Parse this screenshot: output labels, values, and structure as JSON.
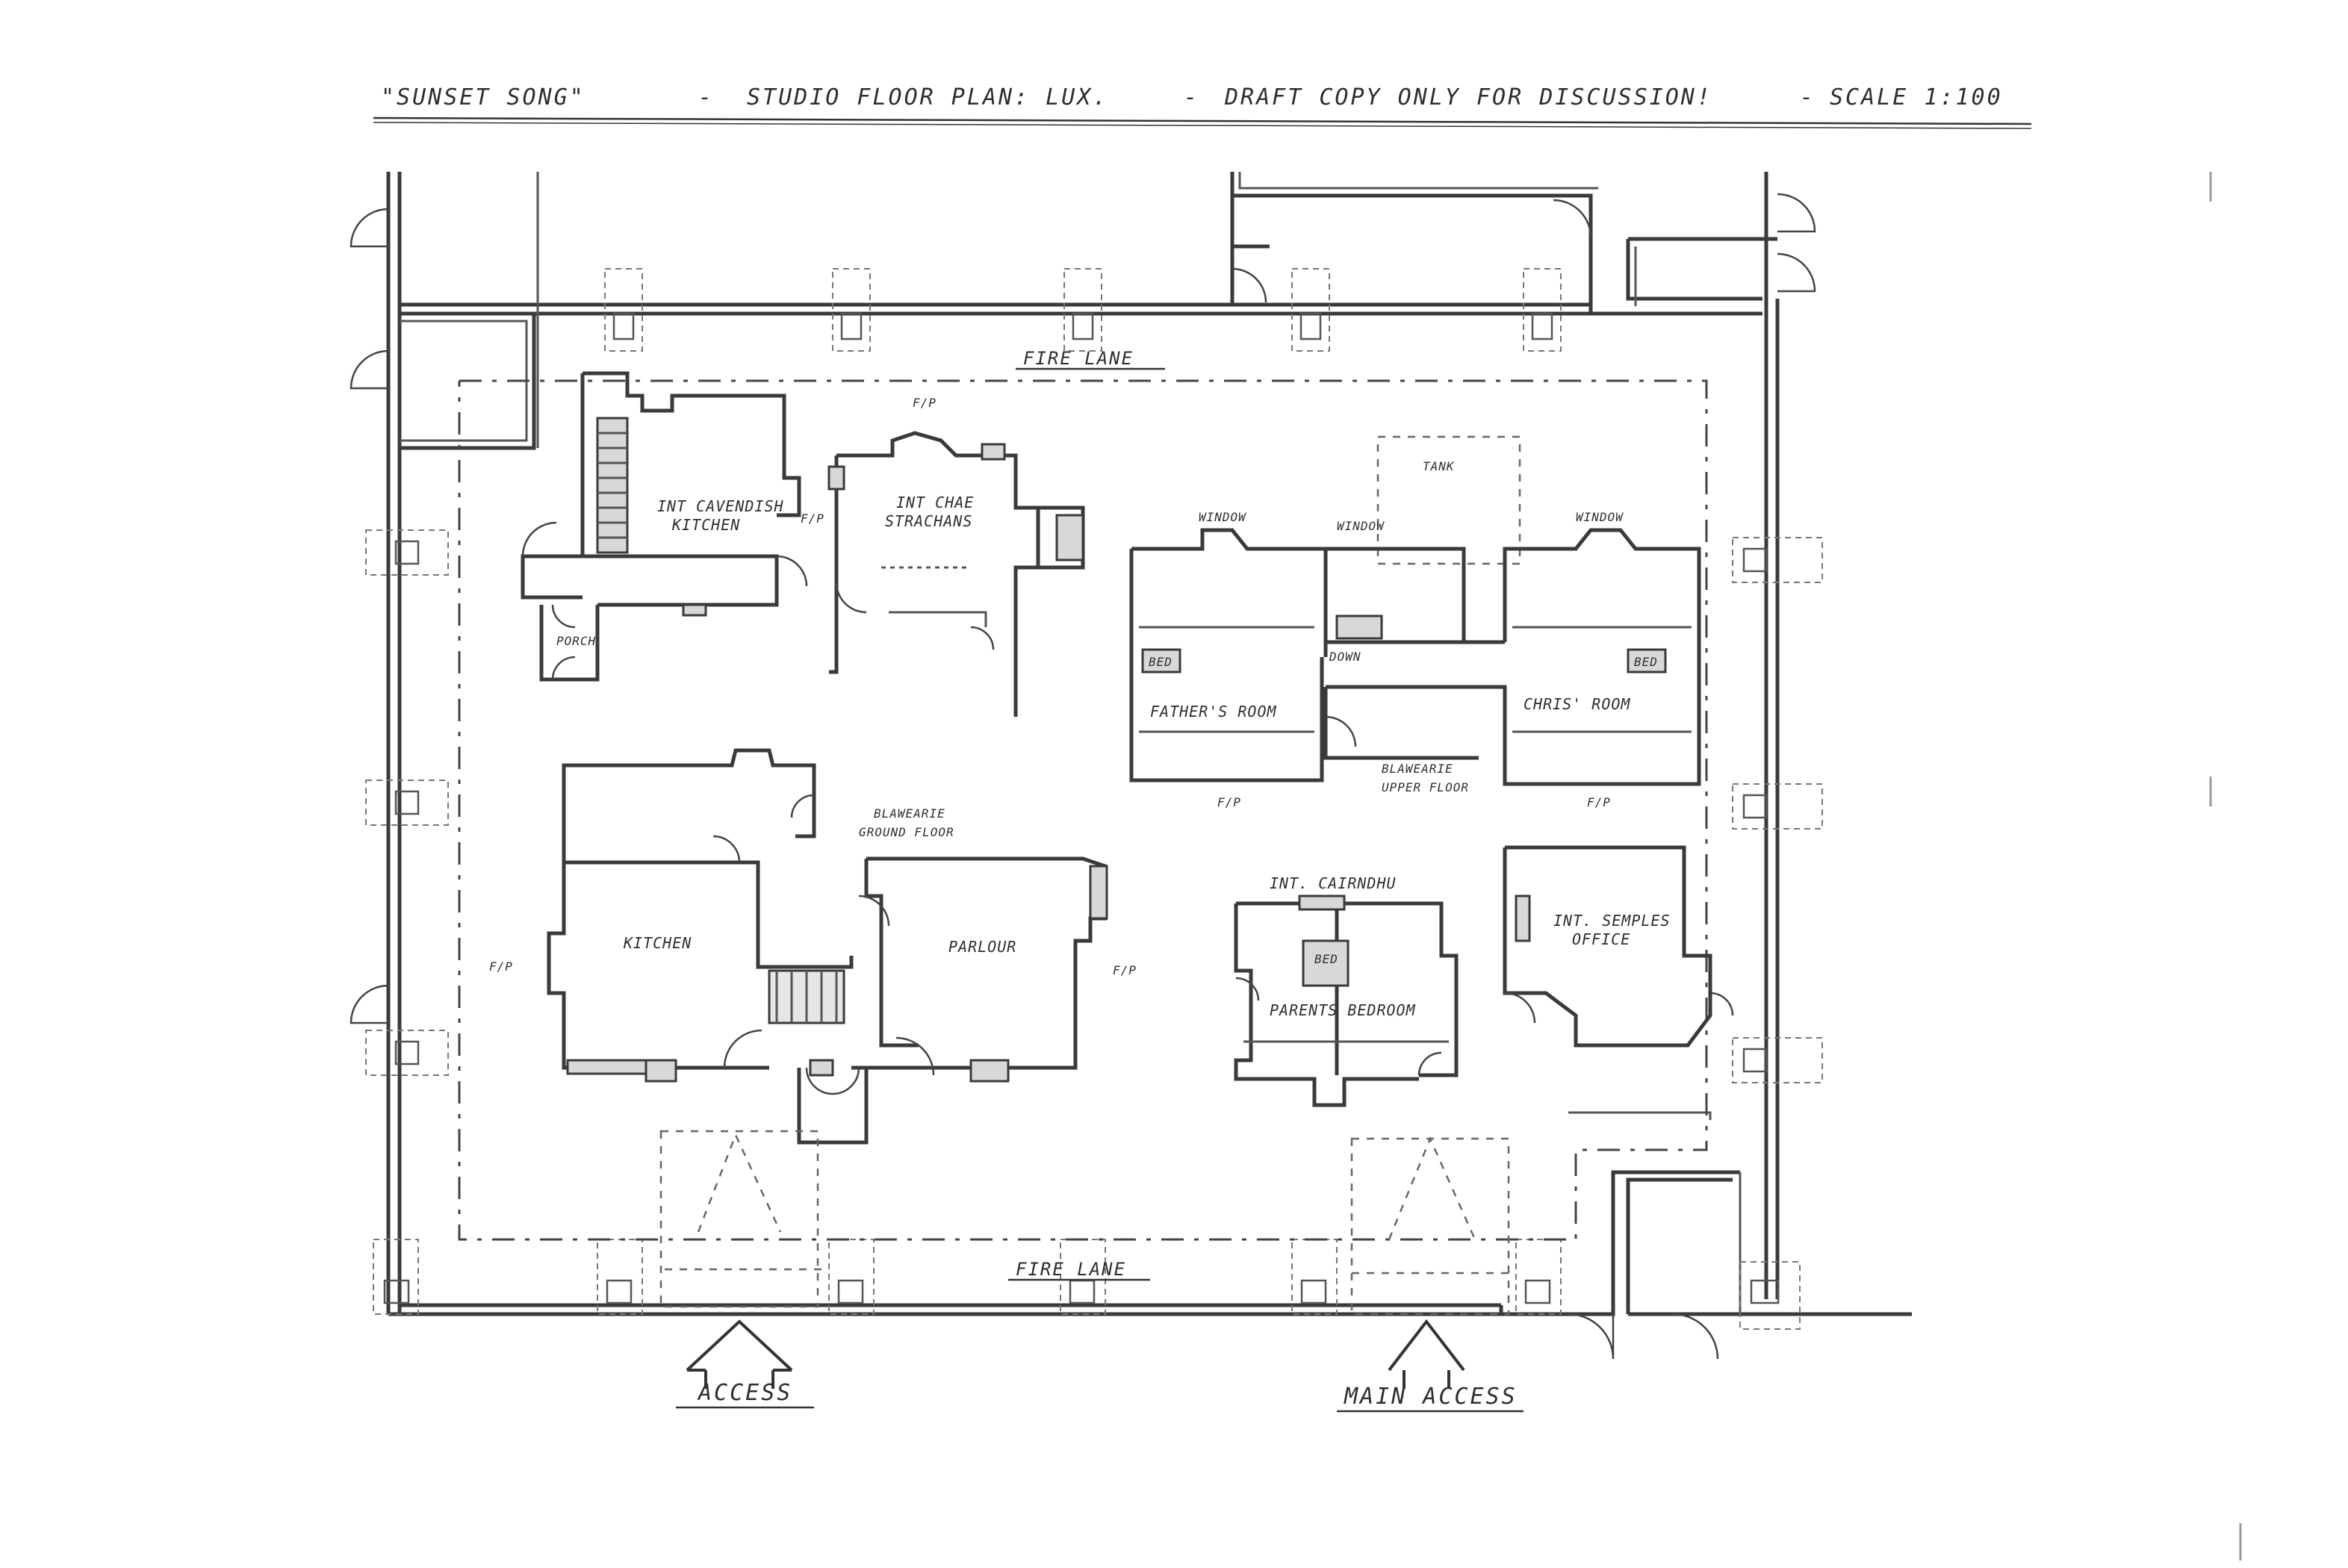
{
  "title": {
    "part1": "\"SUNSET SONG\"",
    "part2": "STUDIO FLOOR PLAN: LUX.",
    "part3": "DRAFT COPY ONLY FOR DISCUSSION!",
    "part4": "SCALE 1:100"
  },
  "fire_lane_top": "FIRE LANE",
  "fire_lane_bottom": "FIRE LANE",
  "rooms": {
    "int_cavendish": [
      "INT CAVENDISH",
      "KITCHEN"
    ],
    "fp_cavendish": "F/P",
    "porch": "PORCH",
    "int_chae": [
      "INT CHAE",
      "STRACHANS"
    ],
    "fp_chae": "F/P",
    "tank": "TANK",
    "window_left": "WINDOW",
    "window_right": "WINDOW",
    "window_mid": "WINDOW",
    "bed_left": "BED",
    "bed_right": "BED",
    "down": "DOWN",
    "fathers_room": "FATHER'S ROOM",
    "chris_room": "CHRIS' ROOM",
    "blawearie_upper": [
      "BLAWEARIE",
      "UPPER FLOOR"
    ],
    "fp_left": "F/P",
    "fp_right": "F/P",
    "blawearie_ground": [
      "BLAWEARIE",
      "GROUND FLOOR"
    ],
    "kitchen": "KITCHEN",
    "parlour": "PARLOUR",
    "fp_kitchen": "F/P",
    "fp_parlour": "F/P",
    "int_cairndhu": "INT. CAIRNDHU",
    "bed_parents": "BED",
    "parents_bedroom": "PARENTS BEDROOM",
    "int_semples": [
      "INT. SEMPLES",
      "OFFICE"
    ]
  },
  "access": "ACCESS",
  "main_access": "MAIN ACCESS"
}
